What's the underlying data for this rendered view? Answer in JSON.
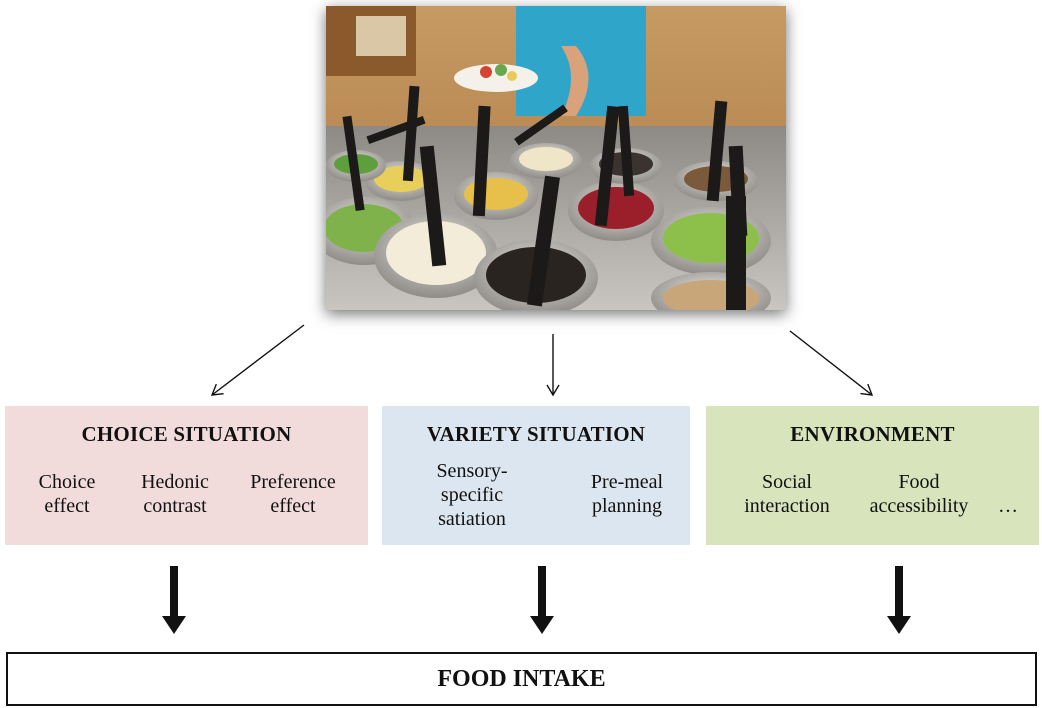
{
  "boxes": {
    "choice": {
      "title": "CHOICE SITUATION",
      "items": [
        "Choice effect",
        "Hedonic contrast",
        "Preference effect"
      ],
      "color": "#f2dcdb"
    },
    "variety": {
      "title": "VARIETY SITUATION",
      "items": [
        "Sensory-specific satiation",
        "Pre-meal planning"
      ],
      "color": "#dce6f1"
    },
    "environment": {
      "title": "ENVIRONMENT",
      "items": [
        "Social interaction",
        "Food accessibility",
        "…"
      ],
      "color": "#d7e4bc"
    }
  },
  "outcome": {
    "label": "FOOD INTAKE"
  },
  "image": {
    "subject": "salad bar with serving tongs in bowls of food"
  }
}
